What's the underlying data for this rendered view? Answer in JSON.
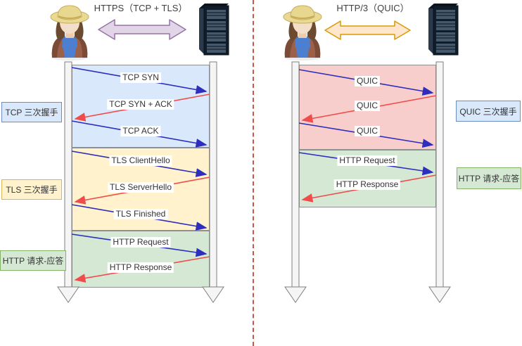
{
  "diagram": {
    "kind": "protocol-sequence-comparison",
    "separator_color": "#c0392b"
  },
  "colors": {
    "tcp_region": "#dae8fc",
    "tls_region": "#fff2cc",
    "http_region": "#d5e8d4",
    "quic_region": "#f8cecc",
    "blue_arrow": "#2d2dbe",
    "red_arrow": "#f14c4c",
    "lifeline_fill": "#f5f5f5",
    "purple_arrow_fill": "#e1d5e7",
    "purple_arrow_stroke": "#9673a6",
    "orange_arrow_fill": "#ffe6cc",
    "orange_arrow_stroke": "#d79b00"
  },
  "left": {
    "title": "HTTPS（TCP + TLS）",
    "client_icon": "farmer-avatar",
    "server_icon": "server-rack",
    "side_labels": [
      {
        "text": "TCP 三次握手",
        "color": "#dae8fc"
      },
      {
        "text": "TLS 三次握手",
        "color": "#fff2cc"
      },
      {
        "text": "HTTP 请求-应答",
        "color": "#d5e8d4"
      }
    ],
    "sections": [
      {
        "name": "TCP handshake",
        "region_color": "#dae8fc"
      },
      {
        "name": "TLS handshake",
        "region_color": "#fff2cc"
      },
      {
        "name": "HTTP exchange",
        "region_color": "#d5e8d4"
      }
    ],
    "messages": [
      {
        "label": "TCP SYN",
        "from": "client",
        "to": "server",
        "color": "blue"
      },
      {
        "label": "TCP SYN + ACK",
        "from": "server",
        "to": "client",
        "color": "red"
      },
      {
        "label": "TCP ACK",
        "from": "client",
        "to": "server",
        "color": "blue"
      },
      {
        "label": "TLS ClientHello",
        "from": "client",
        "to": "server",
        "color": "blue"
      },
      {
        "label": "TLS ServerHello",
        "from": "server",
        "to": "client",
        "color": "red"
      },
      {
        "label": "TLS Finished",
        "from": "client",
        "to": "server",
        "color": "blue"
      },
      {
        "label": "HTTP Request",
        "from": "client",
        "to": "server",
        "color": "blue"
      },
      {
        "label": "HTTP Response",
        "from": "server",
        "to": "client",
        "color": "red"
      }
    ]
  },
  "right": {
    "title": "HTTP/3（QUIC）",
    "client_icon": "farmer-avatar",
    "server_icon": "server-rack",
    "side_labels": [
      {
        "text": "QUIC 三次握手",
        "color": "#dae8fc"
      },
      {
        "text": "HTTP 请求-应答",
        "color": "#d5e8d4"
      }
    ],
    "sections": [
      {
        "name": "QUIC handshake",
        "region_color": "#f8cecc"
      },
      {
        "name": "HTTP exchange",
        "region_color": "#d5e8d4"
      }
    ],
    "messages": [
      {
        "label": "QUIC",
        "from": "client",
        "to": "server",
        "color": "blue"
      },
      {
        "label": "QUIC",
        "from": "server",
        "to": "client",
        "color": "red"
      },
      {
        "label": "QUIC",
        "from": "client",
        "to": "server",
        "color": "blue"
      },
      {
        "label": "HTTP Request",
        "from": "client",
        "to": "server",
        "color": "blue"
      },
      {
        "label": "HTTP Response",
        "from": "server",
        "to": "client",
        "color": "red"
      }
    ]
  }
}
